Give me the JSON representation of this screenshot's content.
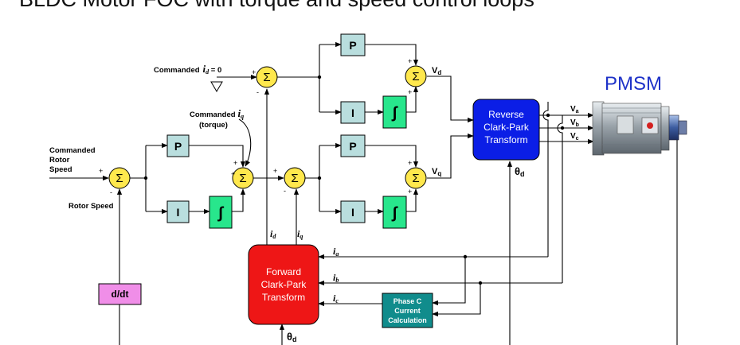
{
  "title": "BLDC Motor FOC with torque and speed control loops",
  "motor_label": "PMSM",
  "inputs": {
    "commanded_id": "Commanded",
    "commanded_id_sym": "i",
    "commanded_id_sub": "d",
    "commanded_id_eq": " = 0",
    "commanded_iq": "Commanded",
    "commanded_iq_sym": "i",
    "commanded_iq_sub": "q",
    "torque": "(torque)",
    "speed_line1": "Commanded",
    "speed_line2": "Rotor",
    "speed_line3": "Speed",
    "rotor_speed": "Rotor Speed"
  },
  "blocks": {
    "p": "P",
    "i": "I",
    "integral": "∫",
    "sigma": "Σ",
    "ddt": "d/dt",
    "reverse": [
      "Reverse",
      "Clark-Park",
      "Transform"
    ],
    "forward": [
      "Forward",
      "Clark-Park",
      "Transform"
    ],
    "phase_c": [
      "Phase C",
      "Current",
      "Calculation"
    ]
  },
  "signals": {
    "vd": "V",
    "vd_sub": "d",
    "vq": "V",
    "vq_sub": "q",
    "va": "V",
    "va_sub": "a",
    "vb": "V",
    "vb_sub": "b",
    "vc": "V",
    "vc_sub": "c",
    "theta": "θ",
    "theta_sub": "d",
    "ia": "i",
    "ia_sub": "a",
    "ib": "i",
    "ib_sub": "b",
    "ic": "i",
    "ic_sub": "c",
    "id": "i",
    "id_sub": "d",
    "iq": "i",
    "iq_sub": "q"
  },
  "signs": {
    "plus": "+",
    "minus": "-"
  },
  "colors": {
    "sum_fill": "#ffe84d",
    "pi_fill": "#b9dede",
    "integrator_fill": "#28e68c",
    "reverse_fill": "#0b1ee6",
    "forward_fill": "#ee1616",
    "phase_c_fill": "#108c8c",
    "ddt_fill": "#f08ee8",
    "pmsm_text": "#1e32c8"
  }
}
